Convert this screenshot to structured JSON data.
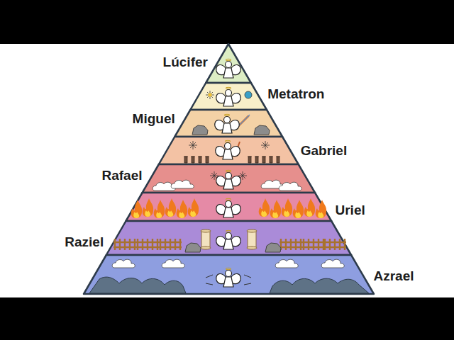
{
  "diagram": {
    "nodes": [
      {
        "text": [
          "Lúcifer"
        ]
      },
      {
        "text": [
          "Metatron"
        ]
      },
      {
        "text": [
          "Miguel"
        ]
      },
      {
        "text": [
          "Gabriel"
        ]
      },
      {
        "text": [
          "Rafael"
        ]
      },
      {
        "text": [
          "Uriel"
        ]
      },
      {
        "text": [
          "Raziel"
        ]
      },
      {
        "text": [
          "Azrael"
        ]
      }
    ]
  }
}
